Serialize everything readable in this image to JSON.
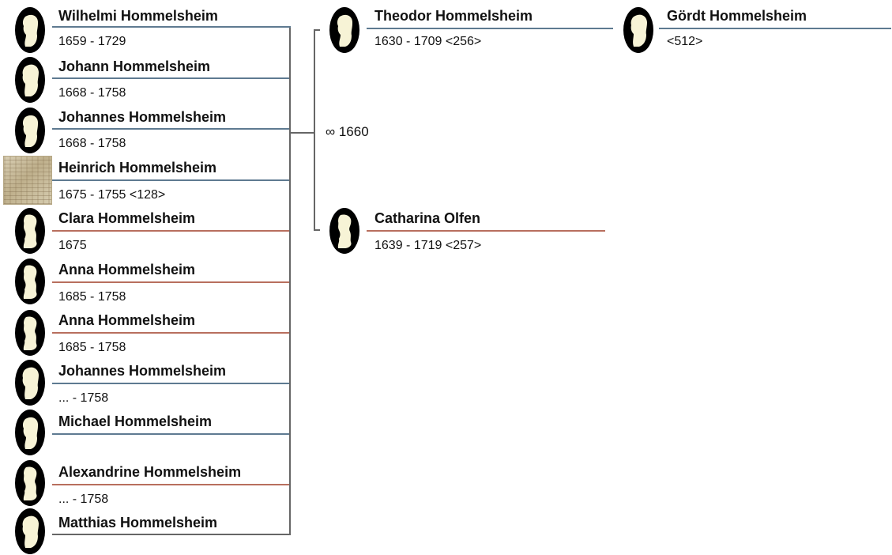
{
  "children": [
    {
      "name": "Wilhelmi Hommelsheim",
      "dates": "1659 - 1729",
      "sex": "male"
    },
    {
      "name": "Johann Hommelsheim",
      "dates": "1668 - 1758",
      "sex": "male"
    },
    {
      "name": "Johannes Hommelsheim",
      "dates": "1668 - 1758",
      "sex": "male"
    },
    {
      "name": "Heinrich Hommelsheim",
      "dates": "1675 - 1755 <128>",
      "sex": "male"
    },
    {
      "name": "Clara Hommelsheim",
      "dates": "1675",
      "sex": "female"
    },
    {
      "name": "Anna Hommelsheim",
      "dates": "1685 - 1758",
      "sex": "female"
    },
    {
      "name": "Anna Hommelsheim",
      "dates": "1685 - 1758",
      "sex": "female"
    },
    {
      "name": "Johannes Hommelsheim",
      "dates": "... - 1758",
      "sex": "male"
    },
    {
      "name": "Michael Hommelsheim",
      "dates": "",
      "sex": "male"
    },
    {
      "name": "Alexandrine Hommelsheim",
      "dates": "... - 1758",
      "sex": "female"
    },
    {
      "name": "Matthias Hommelsheim",
      "dates": "",
      "sex": "male"
    }
  ],
  "marriage": "∞ 1660",
  "father": {
    "name": "Theodor Hommelsheim",
    "dates": "1630 - 1709 <256>"
  },
  "mother": {
    "name": "Catharina Olfen",
    "dates": "1639 - 1719 <257>"
  },
  "grandfather": {
    "name": "Gördt Hommelsheim",
    "dates": "<512>"
  },
  "colors": {
    "male_line": "#5e7a91",
    "female_line": "#b86f5e",
    "connector": "#666666"
  },
  "icons": {
    "male": "male-silhouette-icon",
    "female": "female-silhouette-icon",
    "photo": "document-photo-icon"
  }
}
